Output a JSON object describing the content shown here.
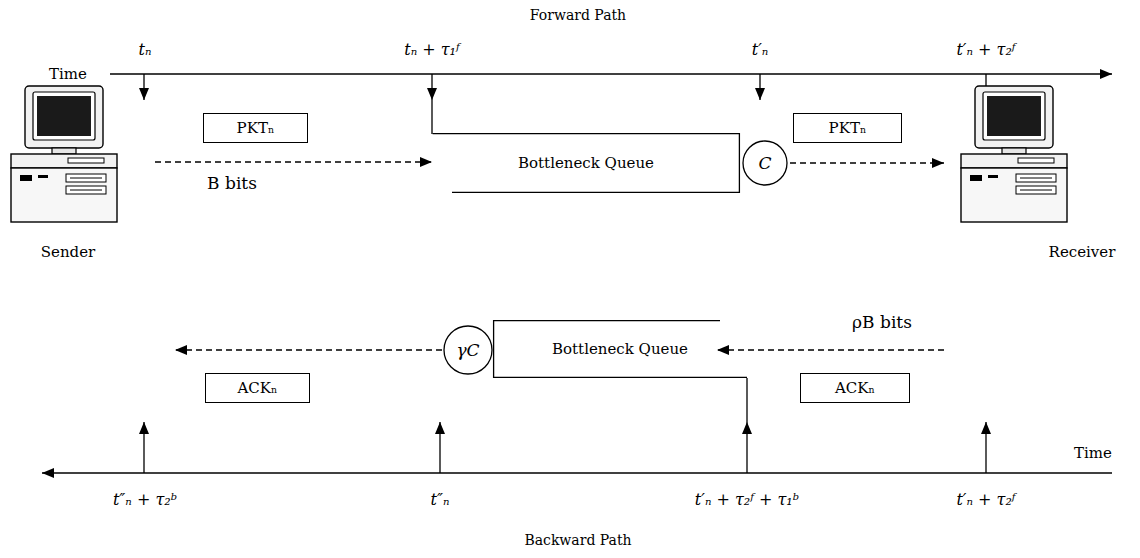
{
  "diagram": {
    "nodes": [
      {
        "text": [
          "Sender"
        ]
      },
      {
        "text": [
          "PKTₙ"
        ]
      },
      {
        "text": [
          "Bottleneck Queue"
        ]
      },
      {
        "text": [
          "C"
        ]
      },
      {
        "text": [
          "PKTₙ"
        ]
      },
      {
        "text": [
          "Receiver"
        ]
      },
      {
        "text": [
          "ACKₙ"
        ]
      },
      {
        "text": [
          "γC"
        ]
      },
      {
        "text": [
          "Bottleneck Queue"
        ]
      },
      {
        "text": [
          "ACKₙ"
        ]
      }
    ],
    "edges": [
      {
        "from": 0,
        "to": 2,
        "arrow": "to",
        "label": "B bits"
      },
      {
        "from": 3,
        "to": 5,
        "arrow": "to"
      },
      {
        "from": 5,
        "to": 8,
        "arrow": "to",
        "label": "ρB bits"
      },
      {
        "from": 7,
        "to": 0,
        "arrow": "to"
      }
    ],
    "labels": [
      "Forward Path",
      "Time",
      "tₙ",
      "tₙ + τ₁ᶠ",
      "t′ₙ",
      "t′ₙ + τ₂ᶠ",
      "Time",
      "t″ₙ + τ₂ᵇ",
      "t″ₙ",
      "t′ₙ + τ₂ᶠ + τ₁ᵇ",
      "t′ₙ + τ₂ᶠ",
      "Backward Path"
    ]
  }
}
